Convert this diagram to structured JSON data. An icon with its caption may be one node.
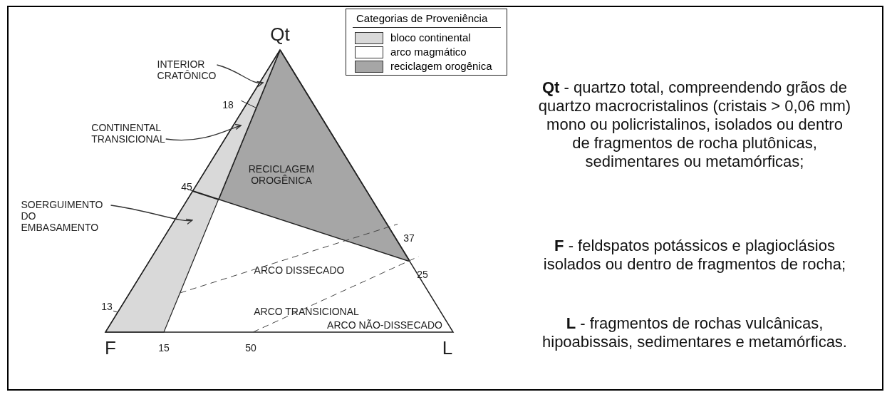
{
  "diagram": {
    "nodes": [
      {
        "text": [
          "INTERIOR CRATÔNICO"
        ]
      },
      {
        "text": [
          "CONTINENTAL TRANSICIONAL"
        ]
      },
      {
        "text": [
          "SOERGUIMENTO DO EMBASAMENTO"
        ]
      },
      {
        "text": [
          "RECICLAGEM OROGÊNICA"
        ]
      },
      {
        "text": [],
        "shape": "triangle"
      }
    ],
    "edges": [
      {
        "from": 0,
        "to": 4,
        "arrow": "to"
      },
      {
        "from": 1,
        "to": 4,
        "arrow": "to"
      },
      {
        "from": 2,
        "to": 4,
        "arrow": "to"
      }
    ],
    "labels": [
      "Qt",
      "Categorias de Proveniência",
      "18",
      "45",
      "ARCO DISSECADO",
      "37",
      "25",
      "ARCO TRANSICIONAL",
      "13",
      "ARCO NÃO-DISSECADO",
      "F",
      "15",
      "50",
      "L",
      "**Qt** - quartzo total, compreendendo grãos de quartzo macrocristalinos (cristais > 0,06 mm) mono ou policristalinos, isolados ou dentro de fragmentos de rocha plutônicas, sedimentares ou metamórficas;",
      "**F** - feldspatos potássicos e plagioclásios isolados ou dentro de fragmentos de rocha;",
      "**L** - fragmentos de rochas vulcânicas, hipoabissais, sedimentares e metamórficas."
    ],
    "legend": [
      {
        "text": "bloco continental",
        "color": "#d9d9d9"
      },
      {
        "text": "arco magmático",
        "color": "#ffffff"
      },
      {
        "text": "reciclagem orogênica",
        "color": "#a6a6a6"
      }
    ]
  }
}
